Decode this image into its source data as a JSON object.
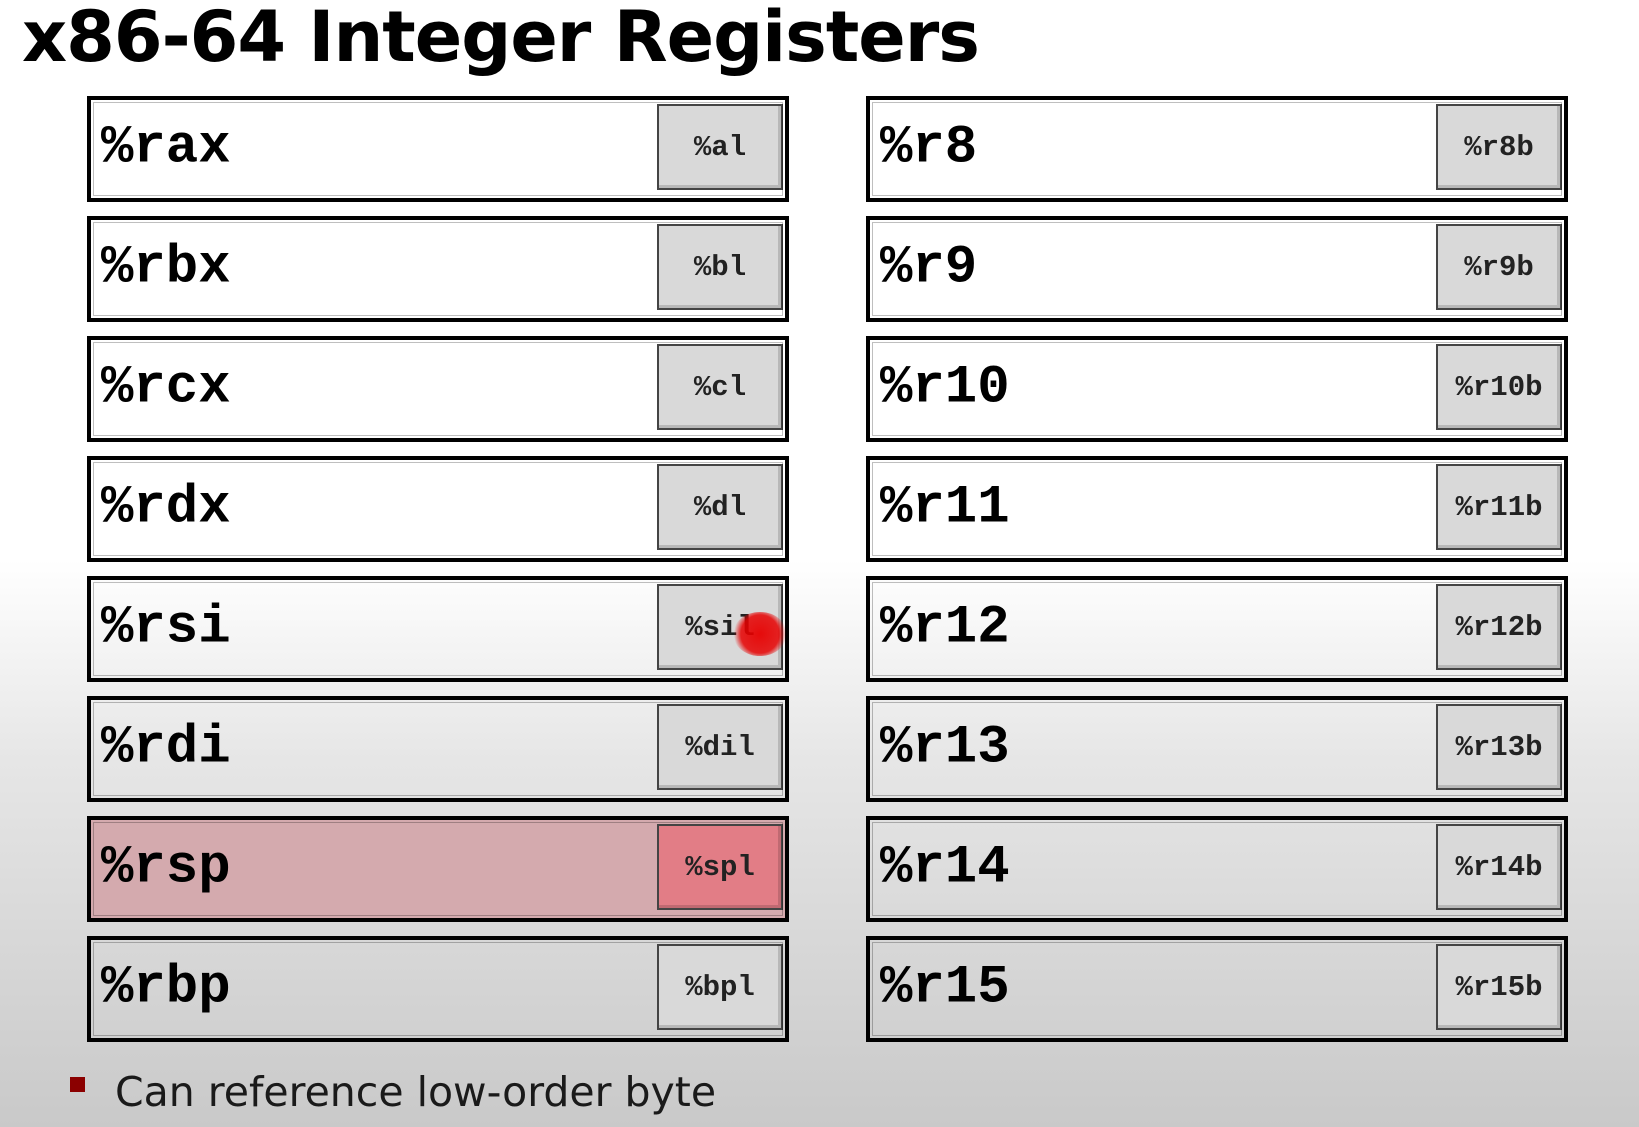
{
  "title": "x86-64 Integer Registers",
  "accent_color": "#d4aaae",
  "highlight_byte_color": "#e27d86",
  "bullet_color": "#8b0000",
  "left_registers": [
    {
      "name": "%rax",
      "low_byte": "%al"
    },
    {
      "name": "%rbx",
      "low_byte": "%bl"
    },
    {
      "name": "%rcx",
      "low_byte": "%cl"
    },
    {
      "name": "%rdx",
      "low_byte": "%dl"
    },
    {
      "name": "%rsi",
      "low_byte": "%sil"
    },
    {
      "name": "%rdi",
      "low_byte": "%dil"
    },
    {
      "name": "%rsp",
      "low_byte": "%spl"
    },
    {
      "name": "%rbp",
      "low_byte": "%bpl"
    }
  ],
  "right_registers": [
    {
      "name": "%r8",
      "low_byte": "%r8b"
    },
    {
      "name": "%r9",
      "low_byte": "%r9b"
    },
    {
      "name": "%r10",
      "low_byte": "%r10b"
    },
    {
      "name": "%r11",
      "low_byte": "%r11b"
    },
    {
      "name": "%r12",
      "low_byte": "%r12b"
    },
    {
      "name": "%r13",
      "low_byte": "%r13b"
    },
    {
      "name": "%r14",
      "low_byte": "%r14b"
    },
    {
      "name": "%r15",
      "low_byte": "%r15b"
    }
  ],
  "highlighted_register": "%rsp",
  "bullets": [
    "Can reference low-order byte"
  ]
}
